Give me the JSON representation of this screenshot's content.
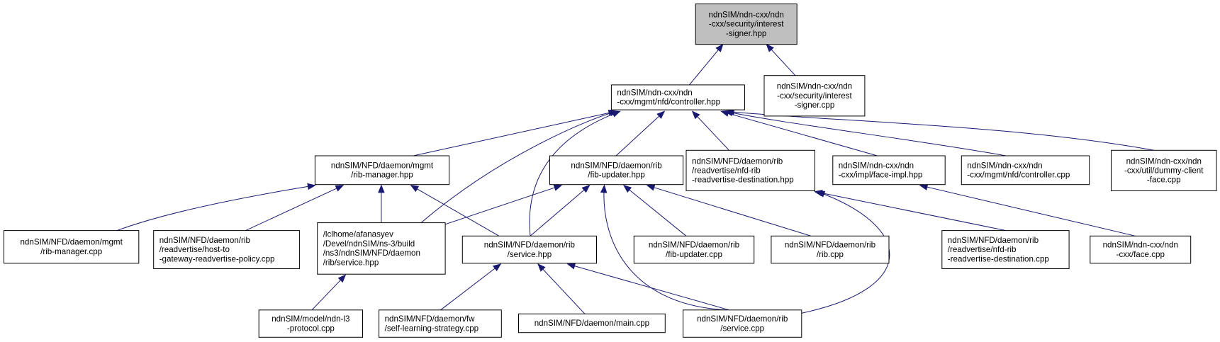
{
  "title": "Include dependency graph for ndnSIM/ndn-cxx/ndn-cxx/security/interest-signer.hpp",
  "colors": {
    "edge": "#191970",
    "root_fill": "#bfbfbf",
    "node_fill": "#ffffff",
    "border": "#000000"
  },
  "nodes": [
    {
      "id": "n0",
      "root": true,
      "lines": [
        "ndnSIM/ndn-cxx/ndn",
        "-cxx/security/interest",
        "-signer.hpp"
      ],
      "align": "center"
    },
    {
      "id": "n1",
      "lines": [
        "ndnSIM/ndn-cxx/ndn",
        "-cxx/mgmt/nfd/controller.hpp"
      ],
      "align": "left"
    },
    {
      "id": "n2",
      "lines": [
        "ndnSIM/ndn-cxx/ndn",
        "-cxx/security/interest",
        "-signer.cpp"
      ],
      "align": "center"
    },
    {
      "id": "n3",
      "lines": [
        "ndnSIM/NFD/daemon/mgmt",
        "/rib-manager.hpp"
      ],
      "align": "center"
    },
    {
      "id": "n4",
      "lines": [
        "ndnSIM/NFD/daemon/rib",
        "/fib-updater.hpp"
      ],
      "align": "center"
    },
    {
      "id": "n5",
      "lines": [
        "ndnSIM/NFD/daemon/rib",
        "/readvertise/nfd-rib",
        "-readvertise-destination.hpp"
      ],
      "align": "left"
    },
    {
      "id": "n6",
      "lines": [
        "ndnSIM/ndn-cxx/ndn",
        "-cxx/impl/face-impl.hpp"
      ],
      "align": "left"
    },
    {
      "id": "n7",
      "lines": [
        "ndnSIM/ndn-cxx/ndn",
        "-cxx/mgmt/nfd/controller.cpp"
      ],
      "align": "left"
    },
    {
      "id": "n8",
      "lines": [
        "ndnSIM/ndn-cxx/ndn",
        "-cxx/util/dummy-client",
        "-face.cpp"
      ],
      "align": "center"
    },
    {
      "id": "n9",
      "lines": [
        "ndnSIM/NFD/daemon/mgmt",
        "/rib-manager.cpp"
      ],
      "align": "center"
    },
    {
      "id": "n10",
      "lines": [
        "ndnSIM/NFD/daemon/rib",
        "/readvertise/host-to",
        "-gateway-readvertise-policy.cpp"
      ],
      "align": "left"
    },
    {
      "id": "n11",
      "lines": [
        "/lclhome/afanasyev",
        "/Devel/ndnSIM/ns-3/build",
        "/ns3/ndnSIM/NFD/daemon",
        "/rib/service.hpp"
      ],
      "align": "left"
    },
    {
      "id": "n12",
      "lines": [
        "ndnSIM/NFD/daemon/rib",
        "/service.hpp"
      ],
      "align": "center"
    },
    {
      "id": "n13",
      "lines": [
        "ndnSIM/NFD/daemon/rib",
        "/fib-updater.cpp"
      ],
      "align": "center"
    },
    {
      "id": "n14",
      "lines": [
        "ndnSIM/NFD/daemon/rib",
        "/rib.cpp"
      ],
      "align": "center"
    },
    {
      "id": "n15",
      "lines": [
        "ndnSIM/NFD/daemon/rib",
        "/readvertise/nfd-rib",
        "-readvertise-destination.cpp"
      ],
      "align": "left"
    },
    {
      "id": "n16",
      "lines": [
        "ndnSIM/ndn-cxx/ndn",
        "-cxx/face.cpp"
      ],
      "align": "center"
    },
    {
      "id": "n17",
      "lines": [
        "ndnSIM/model/ndn-l3",
        "-protocol.cpp"
      ],
      "align": "center"
    },
    {
      "id": "n18",
      "lines": [
        "ndnSIM/NFD/daemon/fw",
        "/self-learning-strategy.cpp"
      ],
      "align": "left"
    },
    {
      "id": "n19",
      "lines": [
        "ndnSIM/NFD/daemon/main.cpp"
      ],
      "align": "center"
    },
    {
      "id": "n20",
      "lines": [
        "ndnSIM/NFD/daemon/rib",
        "/service.cpp"
      ],
      "align": "center"
    }
  ],
  "edges": [
    {
      "from": "n1",
      "to": "n0"
    },
    {
      "from": "n2",
      "to": "n0"
    },
    {
      "from": "n3",
      "to": "n1"
    },
    {
      "from": "n11",
      "to": "n1"
    },
    {
      "from": "n12",
      "to": "n1"
    },
    {
      "from": "n4",
      "to": "n1"
    },
    {
      "from": "n5",
      "to": "n1"
    },
    {
      "from": "n6",
      "to": "n1"
    },
    {
      "from": "n7",
      "to": "n1"
    },
    {
      "from": "n8",
      "to": "n1"
    },
    {
      "from": "n9",
      "to": "n3"
    },
    {
      "from": "n10",
      "to": "n3"
    },
    {
      "from": "n11",
      "to": "n3"
    },
    {
      "from": "n12",
      "to": "n3"
    },
    {
      "from": "n11",
      "to": "n4"
    },
    {
      "from": "n12",
      "to": "n4"
    },
    {
      "from": "n20",
      "to": "n4"
    },
    {
      "from": "n13",
      "to": "n4"
    },
    {
      "from": "n14",
      "to": "n4"
    },
    {
      "from": "n15",
      "to": "n5"
    },
    {
      "from": "n20",
      "to": "n5"
    },
    {
      "from": "n16",
      "to": "n6"
    },
    {
      "from": "n17",
      "to": "n11"
    },
    {
      "from": "n18",
      "to": "n12"
    },
    {
      "from": "n19",
      "to": "n12"
    },
    {
      "from": "n20",
      "to": "n12"
    }
  ]
}
